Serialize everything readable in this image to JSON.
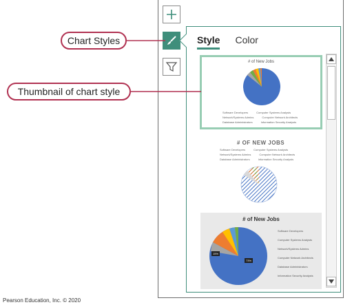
{
  "callouts": {
    "chart_styles": "Chart Styles",
    "thumbnail": "Thumbnail of chart style"
  },
  "tabs": {
    "style": "Style",
    "color": "Color"
  },
  "thumbnails": [
    {
      "title": "# of New Jobs",
      "legend": [
        "Software Developers",
        "Computer Systems Analysts",
        "Network/Systems Admins",
        "Computer Network Architects",
        "Database Administrators",
        "Information Security Analysts"
      ]
    },
    {
      "title": "# OF NEW JOBS",
      "legend": [
        "Software Developers",
        "Computer Systems Analysts",
        "Network/Systems Admins",
        "Computer Network Architects",
        "Database Administrators",
        "Information Security Analysts"
      ]
    },
    {
      "title": "# of New Jobs",
      "legend": [
        "Software Developers",
        "Computer Systems Analysts",
        "Network/Systems Admins",
        "Computer Network Architects",
        "Database Administrators",
        "Information Security Analysts"
      ],
      "labels": {
        "main": "73%",
        "second": "15%"
      }
    }
  ],
  "colors": {
    "accent": "#3e8e7b",
    "callout_border": "#b03050",
    "selected_border": "#97cdb3"
  },
  "credit": "Pearson Education, Inc. © 2020"
}
